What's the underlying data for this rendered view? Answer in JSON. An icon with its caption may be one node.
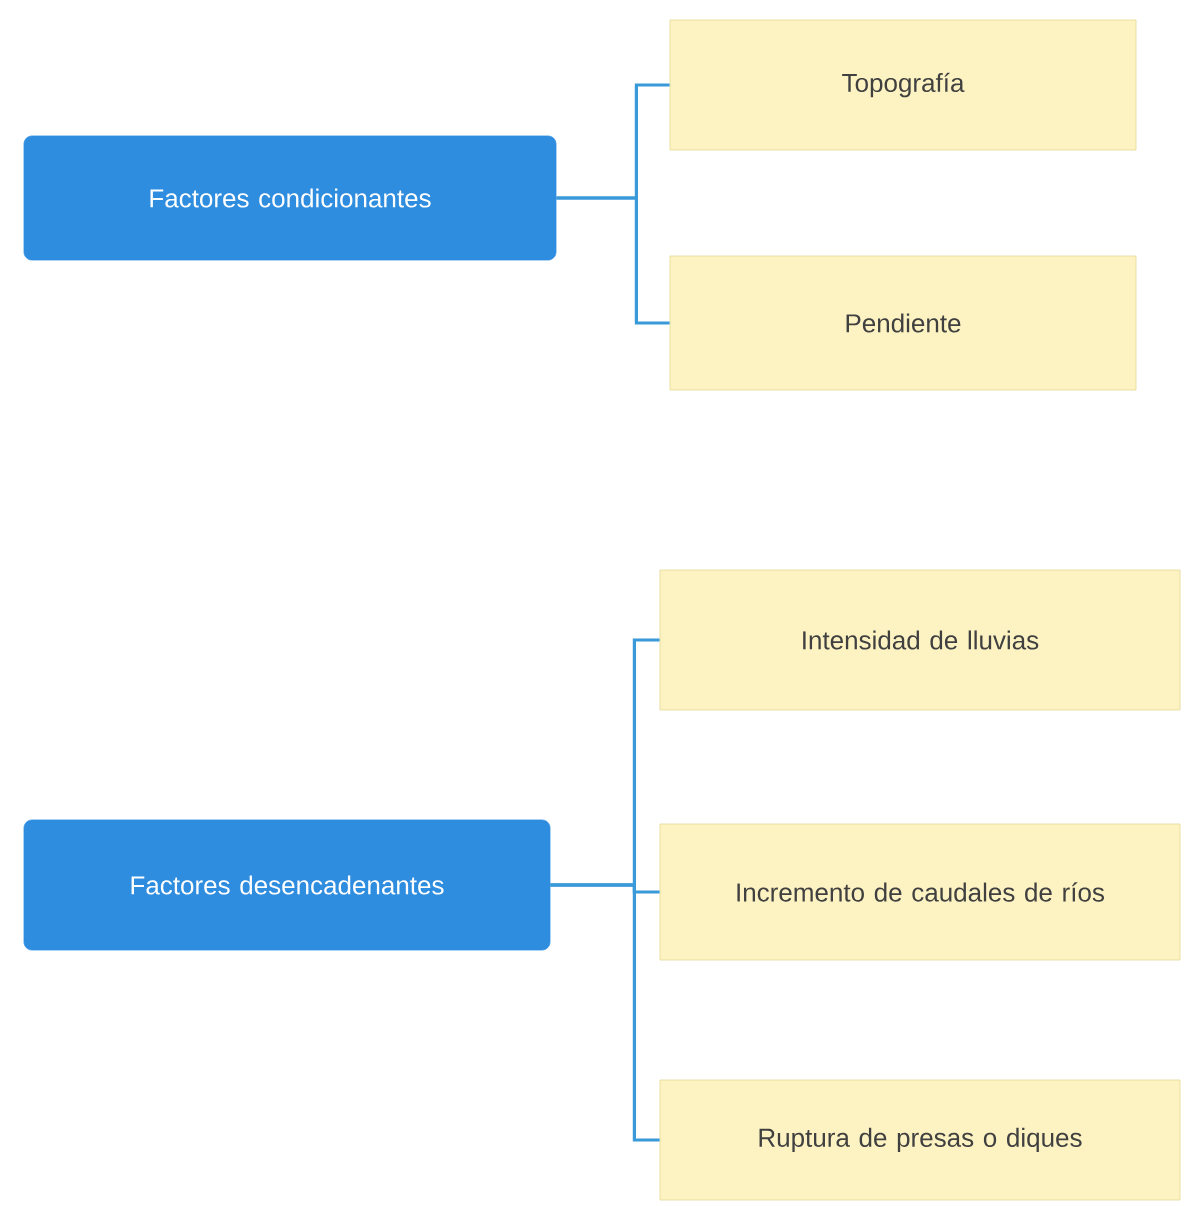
{
  "diagram": {
    "nodes": [
      {
        "text": [
          "Factores condicionantes"
        ]
      },
      {
        "text": [
          "Topografía"
        ]
      },
      {
        "text": [
          "Pendiente"
        ]
      },
      {
        "text": [
          "Factores desencadenantes"
        ]
      },
      {
        "text": [
          "Intensidad de lluvias"
        ]
      },
      {
        "text": [
          "Incremento de caudales de ríos"
        ]
      },
      {
        "text": [
          "Ruptura de presas o diques"
        ]
      }
    ],
    "edges": [
      {
        "from": 0,
        "to": 1,
        "arrow": "none"
      },
      {
        "from": 0,
        "to": 2,
        "arrow": "none"
      },
      {
        "from": 3,
        "to": 4,
        "arrow": "none"
      },
      {
        "from": 3,
        "to": 5,
        "arrow": "none"
      },
      {
        "from": 3,
        "to": 6,
        "arrow": "none"
      }
    ]
  }
}
